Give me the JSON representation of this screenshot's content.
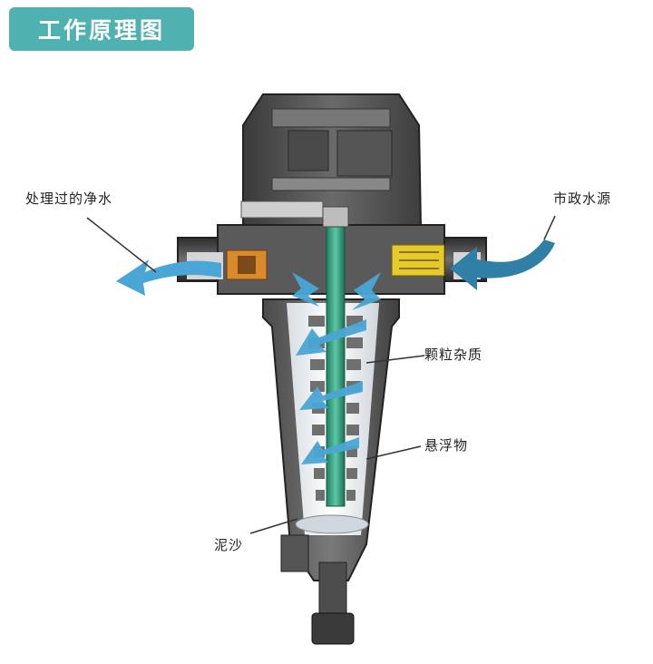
{
  "title": "工作原理图",
  "labels": {
    "treated_water": "处理过的净水",
    "municipal_water": "市政水源",
    "particles": "颗粒杂质",
    "suspended": "悬浮物",
    "sediment": "泥沙"
  },
  "colors": {
    "title_bg": "#4fb2b1",
    "flow_arrow": "#4aa6d6",
    "inlet_arrow": "#2f7fa6",
    "housing": "#5b5b5b",
    "filter_rod": "#3aa887",
    "inlet_fitting": "#e6c92a",
    "outlet_fitting": "#d98a2b"
  }
}
